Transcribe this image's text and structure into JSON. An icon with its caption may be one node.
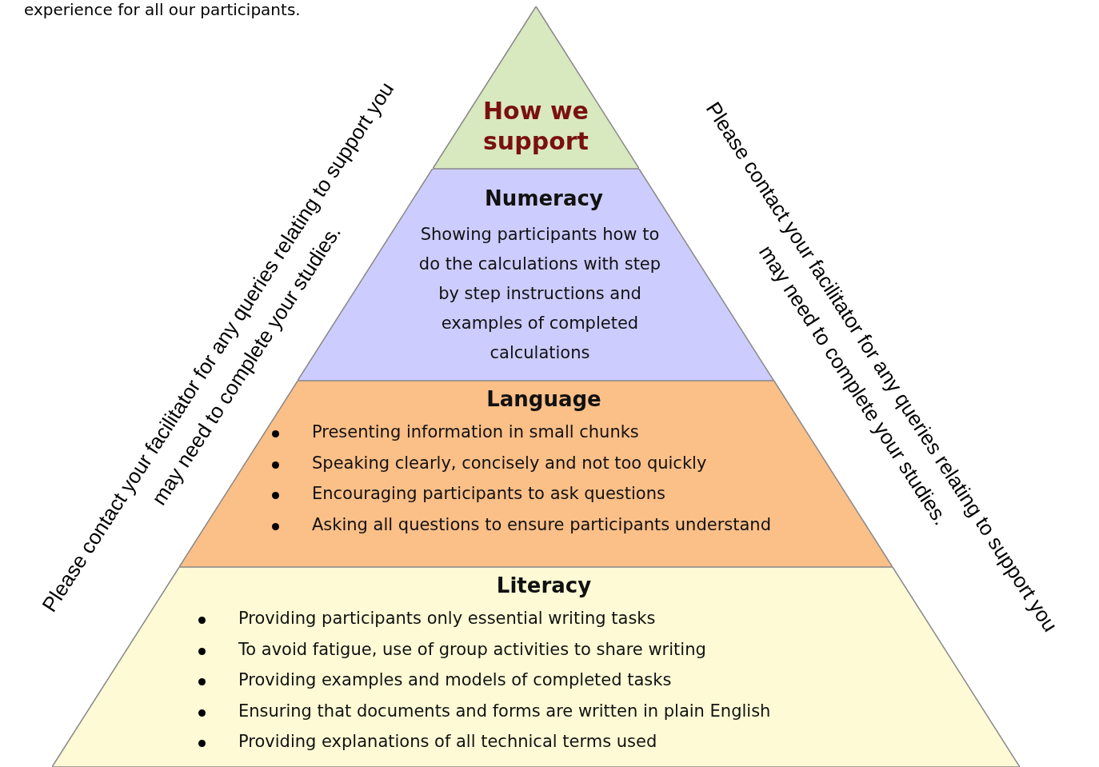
{
  "diagram": {
    "nodes": [
      {
        "text": [
          "How we support"
        ]
      },
      {
        "text": [
          "Numeracy",
          "Showing participants how to do the calculations with step by step instructions and examples of completed calculations"
        ]
      },
      {
        "text": [
          "Language",
          "Presenting information in small chunks",
          "Speaking clearly, concisely and not too quickly",
          "Encouraging participants to ask questions",
          "Asking all questions to ensure participants understand"
        ]
      },
      {
        "text": [
          "Literacy",
          "Providing participants only essential writing tasks",
          "To avoid fatigue, use of group activities to share writing",
          "Providing examples and models of completed tasks",
          "Ensuring that documents and forms are written in plain English",
          "Providing explanations of all technical terms used"
        ]
      }
    ],
    "labels": [
      "experience for all our participants.",
      "Please contact your facilitator for any queries relating to support you may need to complete your studies.",
      "Please contact your facilitator for any queries relating to support you may need to complete your studies."
    ]
  }
}
